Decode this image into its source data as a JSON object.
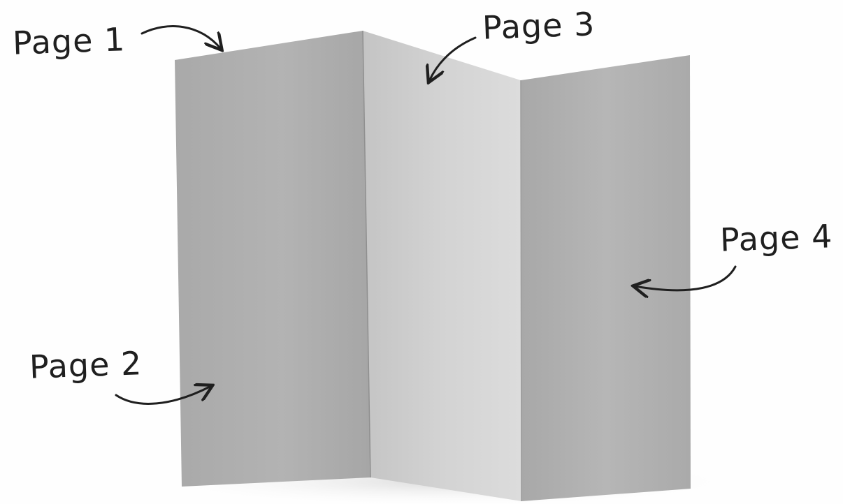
{
  "labels": {
    "page1": "Page 1",
    "page2": "Page 2",
    "page3": "Page 3",
    "page4": "Page 4"
  },
  "colors": {
    "background": "#fefefe",
    "panel_left": "#aeaeae",
    "panel_middle": "#cfcfcf",
    "panel_right": "#b2b2b2",
    "ink": "#1f1f1f"
  }
}
